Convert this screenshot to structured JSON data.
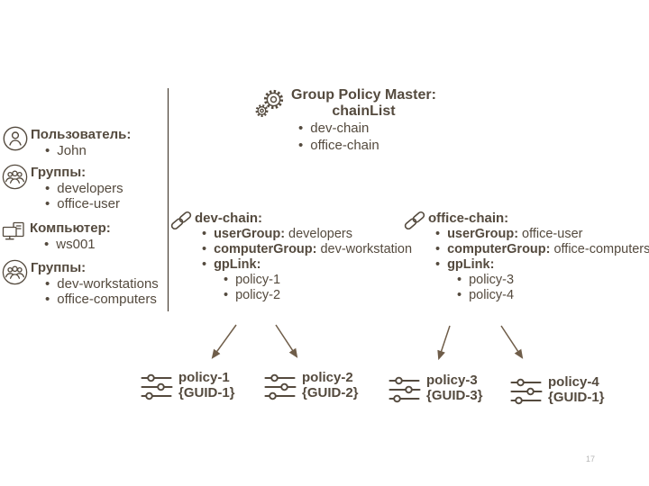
{
  "colors": {
    "background": "#ffffff",
    "text": "#544a3e",
    "arrow": "#6f5d49",
    "divider": "#4a4035",
    "page_number": "#b5b5b5"
  },
  "page": {
    "page_number": "17"
  },
  "left_panel": {
    "sections": [
      {
        "icon": "user-icon",
        "label": "Пользователь:",
        "items": [
          "John"
        ]
      },
      {
        "icon": "users-icon",
        "label": "Группы:",
        "items": [
          "developers",
          "office-user"
        ]
      },
      {
        "icon": "computer-icon",
        "label": "Компьютер:",
        "items": [
          "ws001"
        ]
      },
      {
        "icon": "users-icon",
        "label": "Группы:",
        "items": [
          "dev-workstations",
          "office-computers"
        ]
      }
    ]
  },
  "master": {
    "icon": "gears-icon",
    "title": "Group Policy Master:",
    "subtitle": "chainList",
    "items": [
      "dev-chain",
      "office-chain"
    ]
  },
  "chains": [
    {
      "icon": "chain-link-icon",
      "title": "dev-chain:",
      "rows": [
        {
          "key": "userGroup:",
          "value": "developers"
        },
        {
          "key": "computerGroup:",
          "value": "dev-workstation"
        },
        {
          "key": "gpLink:",
          "value": ""
        }
      ],
      "gplink_items": [
        "policy-1",
        "policy-2"
      ]
    },
    {
      "icon": "chain-link-icon",
      "title": "office-chain:",
      "rows": [
        {
          "key": "userGroup:",
          "value": "office-user"
        },
        {
          "key": "computerGroup:",
          "value": "office-computers"
        },
        {
          "key": "gpLink:",
          "value": ""
        }
      ],
      "gplink_items": [
        "policy-3",
        "policy-4"
      ]
    }
  ],
  "policies": [
    {
      "icon": "sliders-icon",
      "name": "policy-1",
      "guid": "{GUID-1}"
    },
    {
      "icon": "sliders-icon",
      "name": "policy-2",
      "guid": "{GUID-2}"
    },
    {
      "icon": "sliders-icon",
      "name": "policy-3",
      "guid": "{GUID-3}"
    },
    {
      "icon": "sliders-icon",
      "name": "policy-4",
      "guid": "{GUID-1}"
    }
  ]
}
